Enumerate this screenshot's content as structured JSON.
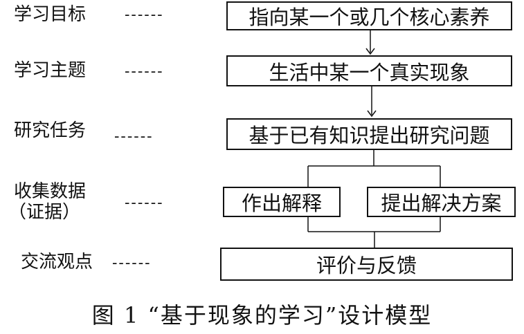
{
  "rows": [
    {
      "label": "学习目标",
      "dashes": "------",
      "box": "指向某一个或几个核心素养"
    },
    {
      "label": "学习主题",
      "dashes": "------",
      "box": "生活中某一个真实现象"
    },
    {
      "label": "研究任务",
      "dashes": "------",
      "box": "基于已有知识提出研究问题"
    },
    {
      "label_line1": "收集数据",
      "label_line2": "（证据）",
      "dashes": "------",
      "box_left": "作出解释",
      "box_right": "提出解决方案"
    },
    {
      "label": "交流观点",
      "dashes": "------",
      "box": "评价与反馈"
    }
  ],
  "caption": "图 1 “基于现象的学习”设计模型"
}
